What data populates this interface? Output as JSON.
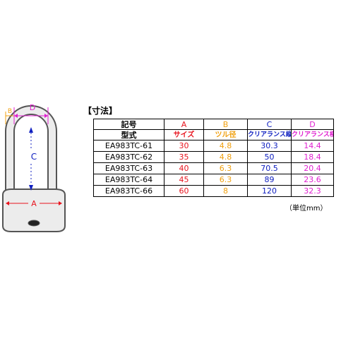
{
  "diagram": {
    "label_a": "A",
    "label_b": "B",
    "label_c": "C",
    "label_d": "D",
    "colors": {
      "body_fill": "#ececec",
      "outline": "#555555",
      "dim_a": "#e8141e",
      "dim_b": "#f0a010",
      "dim_c": "#1020c0",
      "dim_d": "#e020d0"
    }
  },
  "section_title": "【寸法】",
  "table": {
    "header_row1": {
      "model": "記号",
      "a": "A",
      "b": "B",
      "c": "C",
      "d": "D"
    },
    "header_row2": {
      "model": "型式",
      "a": "サイズ",
      "b": "ツル径",
      "c": "クリアランス縦",
      "d": "クリアランス横"
    },
    "rows": [
      {
        "model": "EA983TC-61",
        "a": "30",
        "b": "4.8",
        "c": "30.3",
        "d": "14.4"
      },
      {
        "model": "EA983TC-62",
        "a": "35",
        "b": "4.8",
        "c": "50",
        "d": "18.4"
      },
      {
        "model": "EA983TC-63",
        "a": "40",
        "b": "6.3",
        "c": "70.5",
        "d": "20.4"
      },
      {
        "model": "EA983TC-64",
        "a": "45",
        "b": "6.3",
        "c": "89",
        "d": "23.6"
      },
      {
        "model": "EA983TC-66",
        "a": "60",
        "b": "8",
        "c": "120",
        "d": "32.3"
      }
    ],
    "column_colors": {
      "model": "#000000",
      "a": "#e8141e",
      "b": "#f0a010",
      "c": "#1020c0",
      "d": "#e020d0"
    }
  },
  "unit_note": "（単位mm）"
}
